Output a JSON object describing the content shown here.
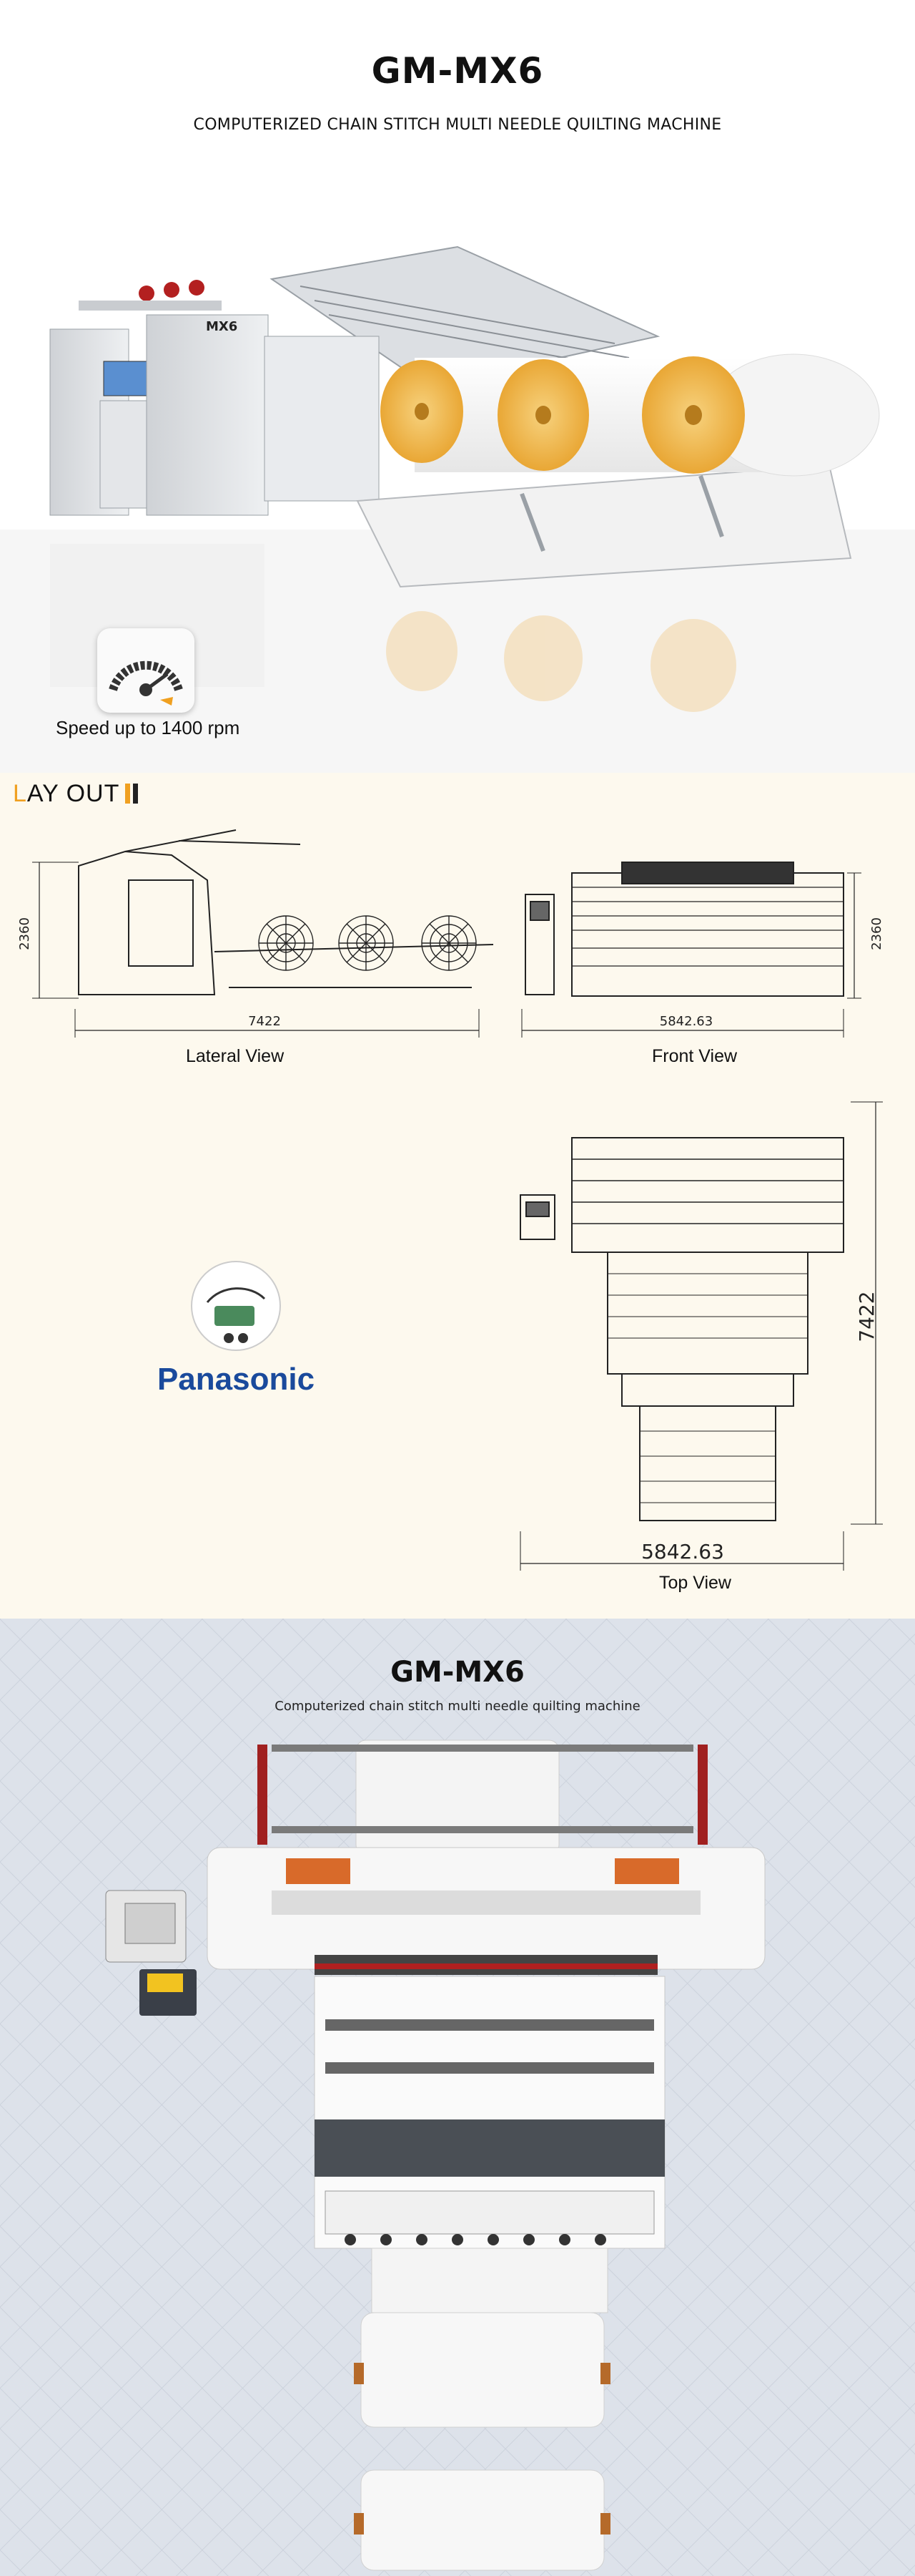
{
  "hero": {
    "title": "GM-MX6",
    "subtitle": "COMPUTERIZED CHAIN STITCH MULTI NEEDLE QUILTING MACHINE",
    "machine_badge": "MX6",
    "speed_label": "Speed up to 1400 rpm"
  },
  "layout": {
    "title_first_letter": "L",
    "title_rest": "AY OUT",
    "lateral": {
      "label": "Lateral View",
      "height": "2360",
      "length": "7422"
    },
    "front": {
      "label": "Front View",
      "height": "2360",
      "width": "5842.63"
    },
    "top": {
      "label": "Top View",
      "length": "7422",
      "width": "5842.63"
    },
    "brand": "Panasonic"
  },
  "render": {
    "title": "GM-MX6",
    "subtitle": "Computerized chain stitch multi needle quilting machine"
  },
  "colors": {
    "brand_blue": "#1a4a9c",
    "accent_orange": "#f0a020",
    "roll_orange": "#f2b24a",
    "layout_bg": "#fdf9ee",
    "render_bg": "#dde2ea"
  }
}
